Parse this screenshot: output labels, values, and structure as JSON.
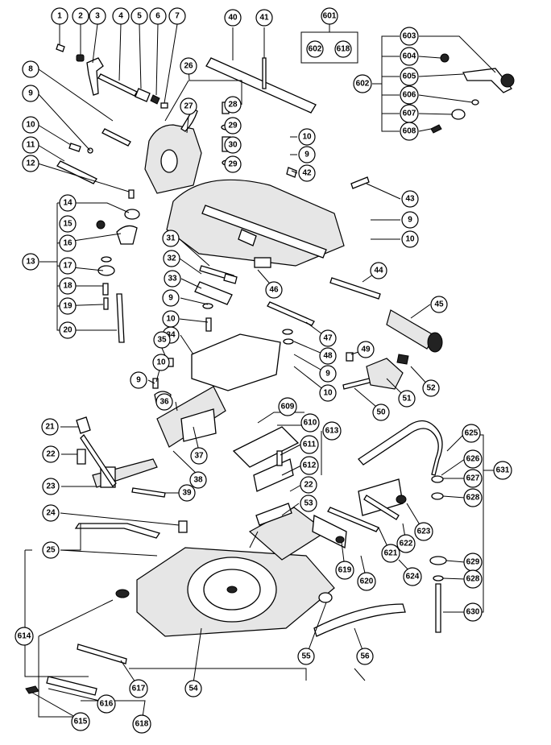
{
  "parts": [
    "1",
    "2",
    "3",
    "4",
    "5",
    "6",
    "7",
    "8",
    "9",
    "10",
    "11",
    "12",
    "13",
    "14",
    "15",
    "16",
    "17",
    "18",
    "19",
    "20",
    "21",
    "22",
    "23",
    "24",
    "25",
    "26",
    "27",
    "28",
    "29",
    "30",
    "31",
    "32",
    "33",
    "34",
    "35",
    "36",
    "37",
    "38",
    "39",
    "40",
    "41",
    "42",
    "43",
    "44",
    "45",
    "46",
    "47",
    "48",
    "49",
    "50",
    "51",
    "52",
    "53",
    "54",
    "55",
    "56",
    "601",
    "602",
    "603",
    "604",
    "605",
    "606",
    "607",
    "608",
    "609",
    "610",
    "611",
    "612",
    "613",
    "614",
    "615",
    "616",
    "617",
    "618",
    "619",
    "620",
    "621",
    "622",
    "623",
    "624",
    "625",
    "626",
    "627",
    "628",
    "629",
    "630",
    "631"
  ],
  "kit_box": {
    "label": "601",
    "items": [
      "602",
      "618"
    ]
  },
  "extra_labels": {
    "l9b": "9",
    "l10b": "10",
    "l10c": "10",
    "l9c": "9",
    "l10d": "10",
    "l9d": "9",
    "l10e": "10",
    "l9e": "9",
    "l10f": "10",
    "l9f": "9",
    "l10g": "10",
    "l29b": "29",
    "l17b": "17",
    "l22b": "22",
    "l628b": "628",
    "l602b": "602"
  }
}
